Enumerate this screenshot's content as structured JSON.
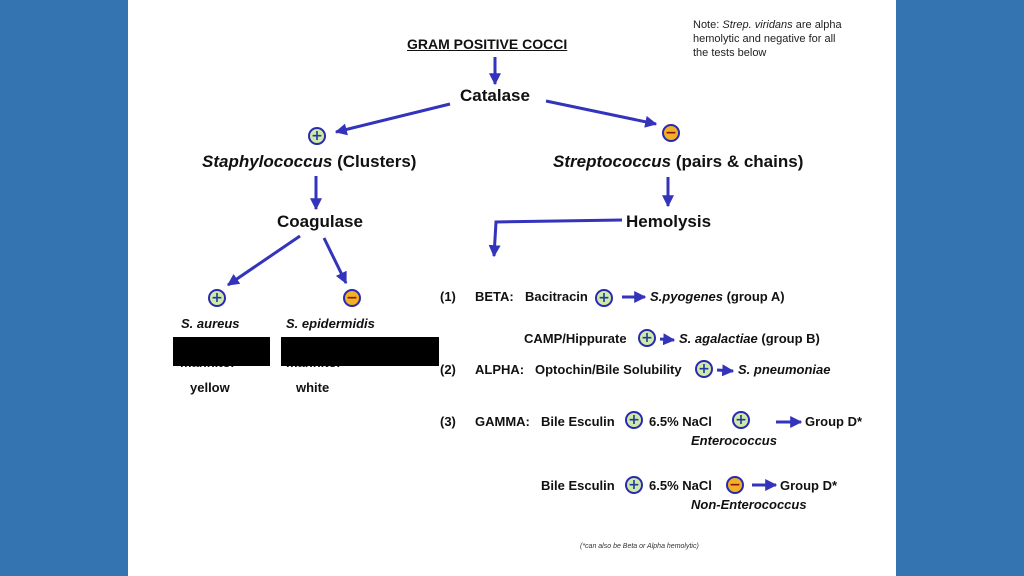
{
  "colors": {
    "background": "#3474b1",
    "slide": "#ffffff",
    "arrow": "#3333bb",
    "positive_fill": "#cfe9a8",
    "negative_fill": "#f2b025"
  },
  "title": "GRAM POSITIVE COCCI",
  "note": {
    "prefix": "Note: ",
    "organism": "Strep. viridans",
    "text": "are alpha hemolytic and negative for all the tests below"
  },
  "catalase": "Catalase",
  "symbols": {
    "positive": "+",
    "negative": "−"
  },
  "staph": {
    "genus": "Staphylococcus",
    "desc": " (Clusters)"
  },
  "strep": {
    "genus": "Streptococcus",
    "desc": " (pairs & chains)"
  },
  "coagulase": "Coagulase",
  "hemolysis": "Hemolysis",
  "aureus": {
    "name": "S. aureus",
    "line2": "mannitol",
    "line3": "yellow"
  },
  "epidermidis": {
    "name": "S. epidermidis",
    "line2": "mannitol",
    "line3": "white"
  },
  "beta": {
    "num": "(1)",
    "label": "BETA:",
    "test": "Bacitracin",
    "result": "S.pyogenes",
    "group": " (group A)"
  },
  "camp": {
    "test": "CAMP/Hippurate",
    "result": "S. agalactiae",
    "group": " (group B)"
  },
  "alpha": {
    "num": "(2)",
    "label": "ALPHA:",
    "test": "Optochin/Bile Solubility",
    "result": "S. pneumoniae"
  },
  "gamma": {
    "num": "(3)",
    "label": "GAMMA:",
    "test1": "Bile Esculin",
    "test2": "6.5% NaCl",
    "result": "Group D*",
    "genus": "Enterococcus"
  },
  "gamma2": {
    "test1": "Bile Esculin",
    "test2": "6.5% NaCl",
    "result": "Group D*",
    "genus": "Non-Enterococcus"
  },
  "footnote": "(*can also be Beta or Alpha hemolytic)"
}
